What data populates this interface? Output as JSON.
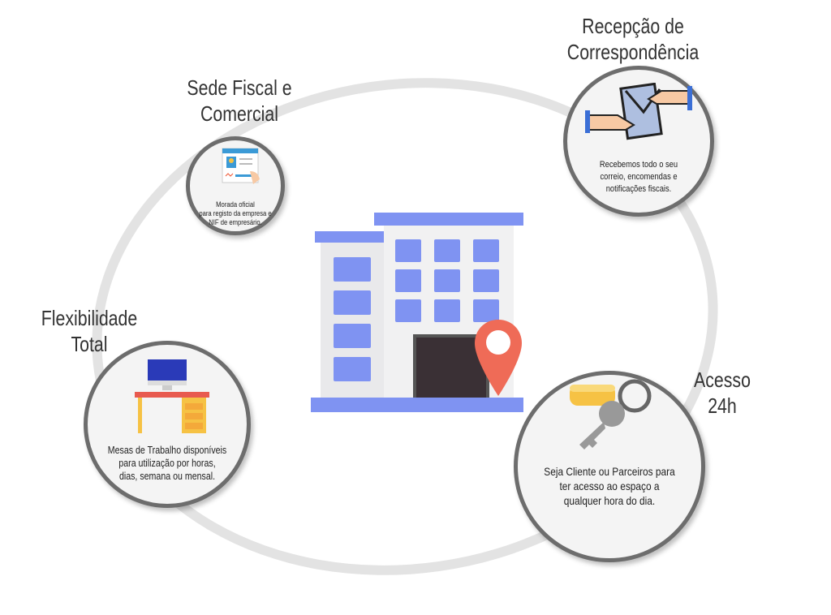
{
  "features": [
    {
      "title_lines": [
        "Sede Fiscal e",
        "Comercial"
      ],
      "desc_lines": [
        "Morada oficial",
        "para registo da empresa e",
        "NIF de empresário."
      ],
      "icon": "document-sign-icon"
    },
    {
      "title_lines": [
        "Recepção de",
        "Correspondência"
      ],
      "desc_lines": [
        "Recebemos todo o seu",
        "correio, encomendas e",
        "notificações fiscais."
      ],
      "icon": "envelope-hands-icon"
    },
    {
      "title_lines": [
        "Flexibilidade",
        "Total"
      ],
      "desc_lines": [
        "Mesas de Trabalho disponíveis",
        "para utilização por horas,",
        "dias, semana ou mensal."
      ],
      "icon": "desk-computer-icon"
    },
    {
      "title_lines": [
        "Acesso",
        "24h"
      ],
      "desc_lines": [
        "Seja Cliente ou Parceiros para",
        "ter acesso ao espaço a",
        "qualquer hora do dia."
      ],
      "icon": "key-icon"
    }
  ],
  "colors": {
    "window": "#7f93f2",
    "pin": "#ef6b57",
    "ring": "#e3e3e3"
  }
}
